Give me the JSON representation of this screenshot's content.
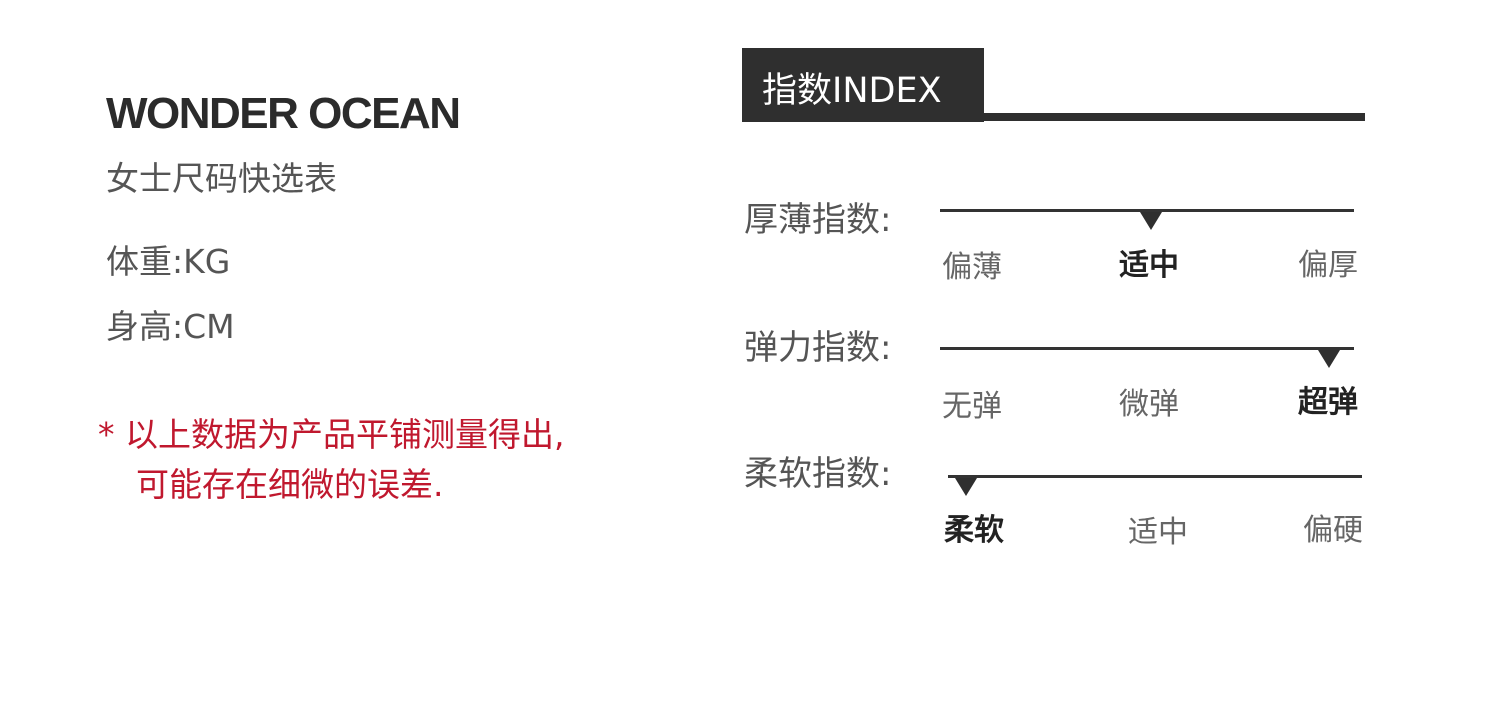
{
  "brand": {
    "name": "WONDER OCEAN",
    "subtitle": "女士尺码快选表"
  },
  "units": {
    "weight": "体重:KG",
    "height": "身高:CM"
  },
  "note": {
    "line1": "* 以上数据为产品平铺测量得出,",
    "line2": "可能存在细微的误差."
  },
  "index": {
    "header": "指数INDEX",
    "rows": [
      {
        "label": "厚薄指数:",
        "options": [
          "偏薄",
          "适中",
          "偏厚"
        ],
        "selected": "适中"
      },
      {
        "label": "弹力指数:",
        "options": [
          "无弹",
          "微弹",
          "超弹"
        ],
        "selected": "超弹"
      },
      {
        "label": "柔软指数:",
        "options": [
          "柔软",
          "适中",
          "偏硬"
        ],
        "selected": "柔软"
      }
    ]
  },
  "colors": {
    "accent": "#c0182e",
    "dark": "#2f2f2f"
  }
}
